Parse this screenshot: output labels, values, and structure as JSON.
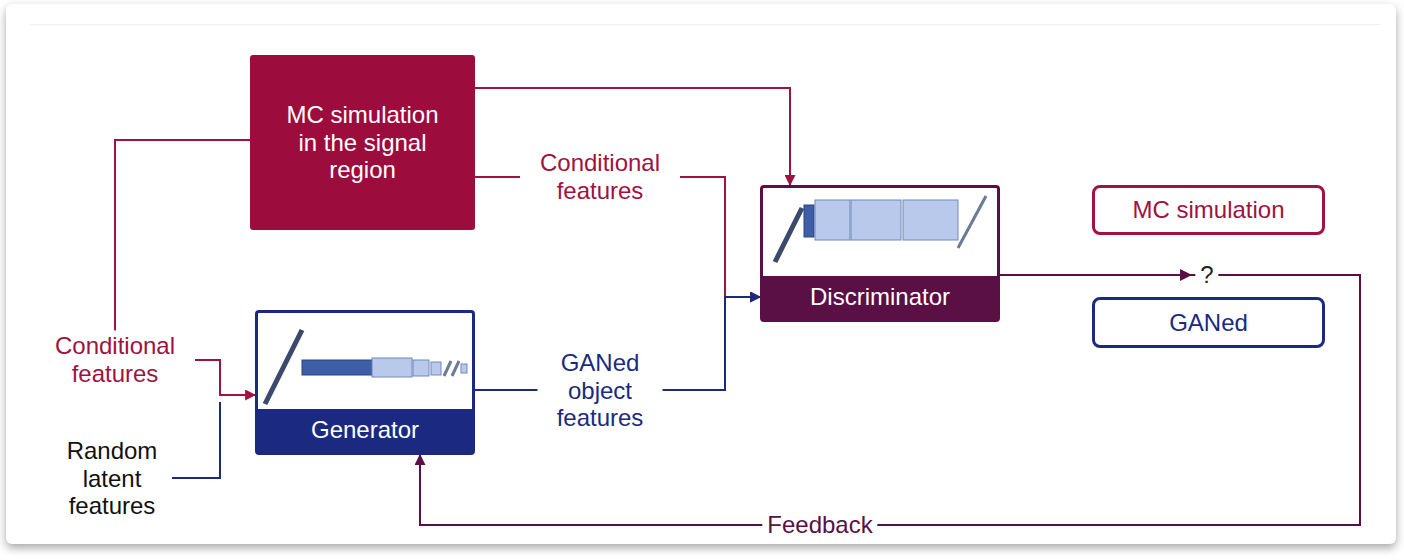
{
  "diagram": {
    "nodes": [
      {
        "text": [
          "MC simulation in the signal region"
        ]
      },
      {
        "text": [
          "Discriminator"
        ]
      },
      {
        "text": [
          "MC simulation"
        ]
      },
      {
        "text": [
          "GANed"
        ]
      },
      {
        "text": [
          "Generator"
        ]
      }
    ],
    "edges": [
      {
        "from": 0,
        "to": 1,
        "arrow": "to"
      },
      {
        "from": 0,
        "to": 1,
        "label": "Conditional features",
        "arrow": "to"
      },
      {
        "from": 0,
        "to": 4,
        "label": "Conditional features",
        "arrow": "to"
      },
      {
        "from": 4,
        "to": 1,
        "label": "GANed object features",
        "arrow": "to"
      },
      {
        "from": 1,
        "to": 4,
        "label": "Feedback",
        "arrow": "to"
      }
    ],
    "labels": [
      "?",
      "Random latent features"
    ]
  }
}
